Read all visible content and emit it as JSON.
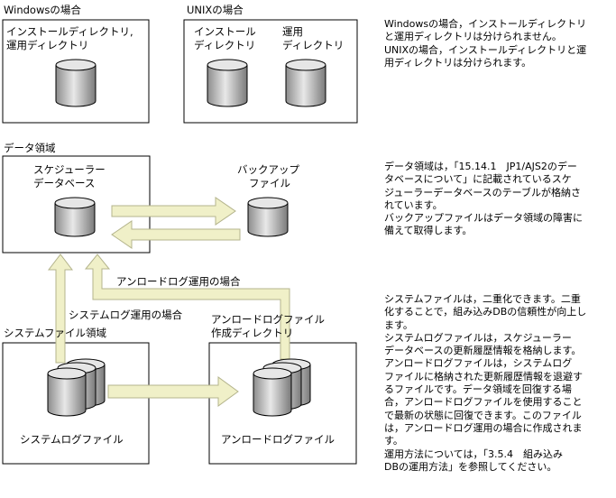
{
  "windows": {
    "title": "Windowsの場合",
    "box_label": [
      "インストールディレクトリ,",
      "運用ディレクトリ"
    ]
  },
  "unix": {
    "title": "UNIXの場合",
    "install_label": [
      "インストール",
      "ディレクトリ"
    ],
    "ops_label": [
      "運用",
      "ディレクトリ"
    ]
  },
  "data_area": {
    "title": "データ領域",
    "scheduler_db": [
      "スケジューラー",
      "データベース"
    ],
    "backup_file": [
      "バックアップ",
      "ファイル"
    ]
  },
  "unload_case": "アンロードログ運用の場合",
  "syslog_case": "システムログ運用の場合",
  "unload_dir": [
    "アンロードログファイル",
    "作成ディレクトリ"
  ],
  "system_area": {
    "title": "システムファイル領域",
    "file_label": "システムログファイル"
  },
  "unload_file_label": "アンロードログファイル",
  "descriptions": {
    "d1": "Windowsの場合，インストールディレクトリ\nと運用ディレクトリは分けられません。\nUNIXの場合，インストールディレクトリと運\n用ディレクトリは分けられます。",
    "d2": "データ領域は，「15.14.1　JP1/AJS2のデー\nタベースについて」に記載されているスケ\nジューラーデータベースのテーブルが格納さ\nれています。\nバックアップファイルはデータ領域の障害に\n備えて取得します。",
    "d3": "システムファイルは，二重化できます。二重\n化することで，組み込みDBの信頼性が向上し\nます。\nシステムログファイルは，スケジューラー\nデータベースの更新履歴情報を格納します。\nアンロードログファイルは，システムログ\nファイルに格納された更新履歴情報を退避す\nるファイルです。データ領域を回復する場\n合，アンロードログファイルを使用すること\nで最新の状態に回復できます。このファイル\nは，アンロードログ運用の場合に作成されま\nす。\n運用方法については，「3.5.4　組み込み\nDBの運用方法」を参照してください。"
  },
  "colors": {
    "arrow_fill": "#f0f0c8",
    "arrow_stroke": "#b4b48c",
    "cylinder_light": "#e6e6e6",
    "cylinder_dark": "#a0a0a0"
  }
}
